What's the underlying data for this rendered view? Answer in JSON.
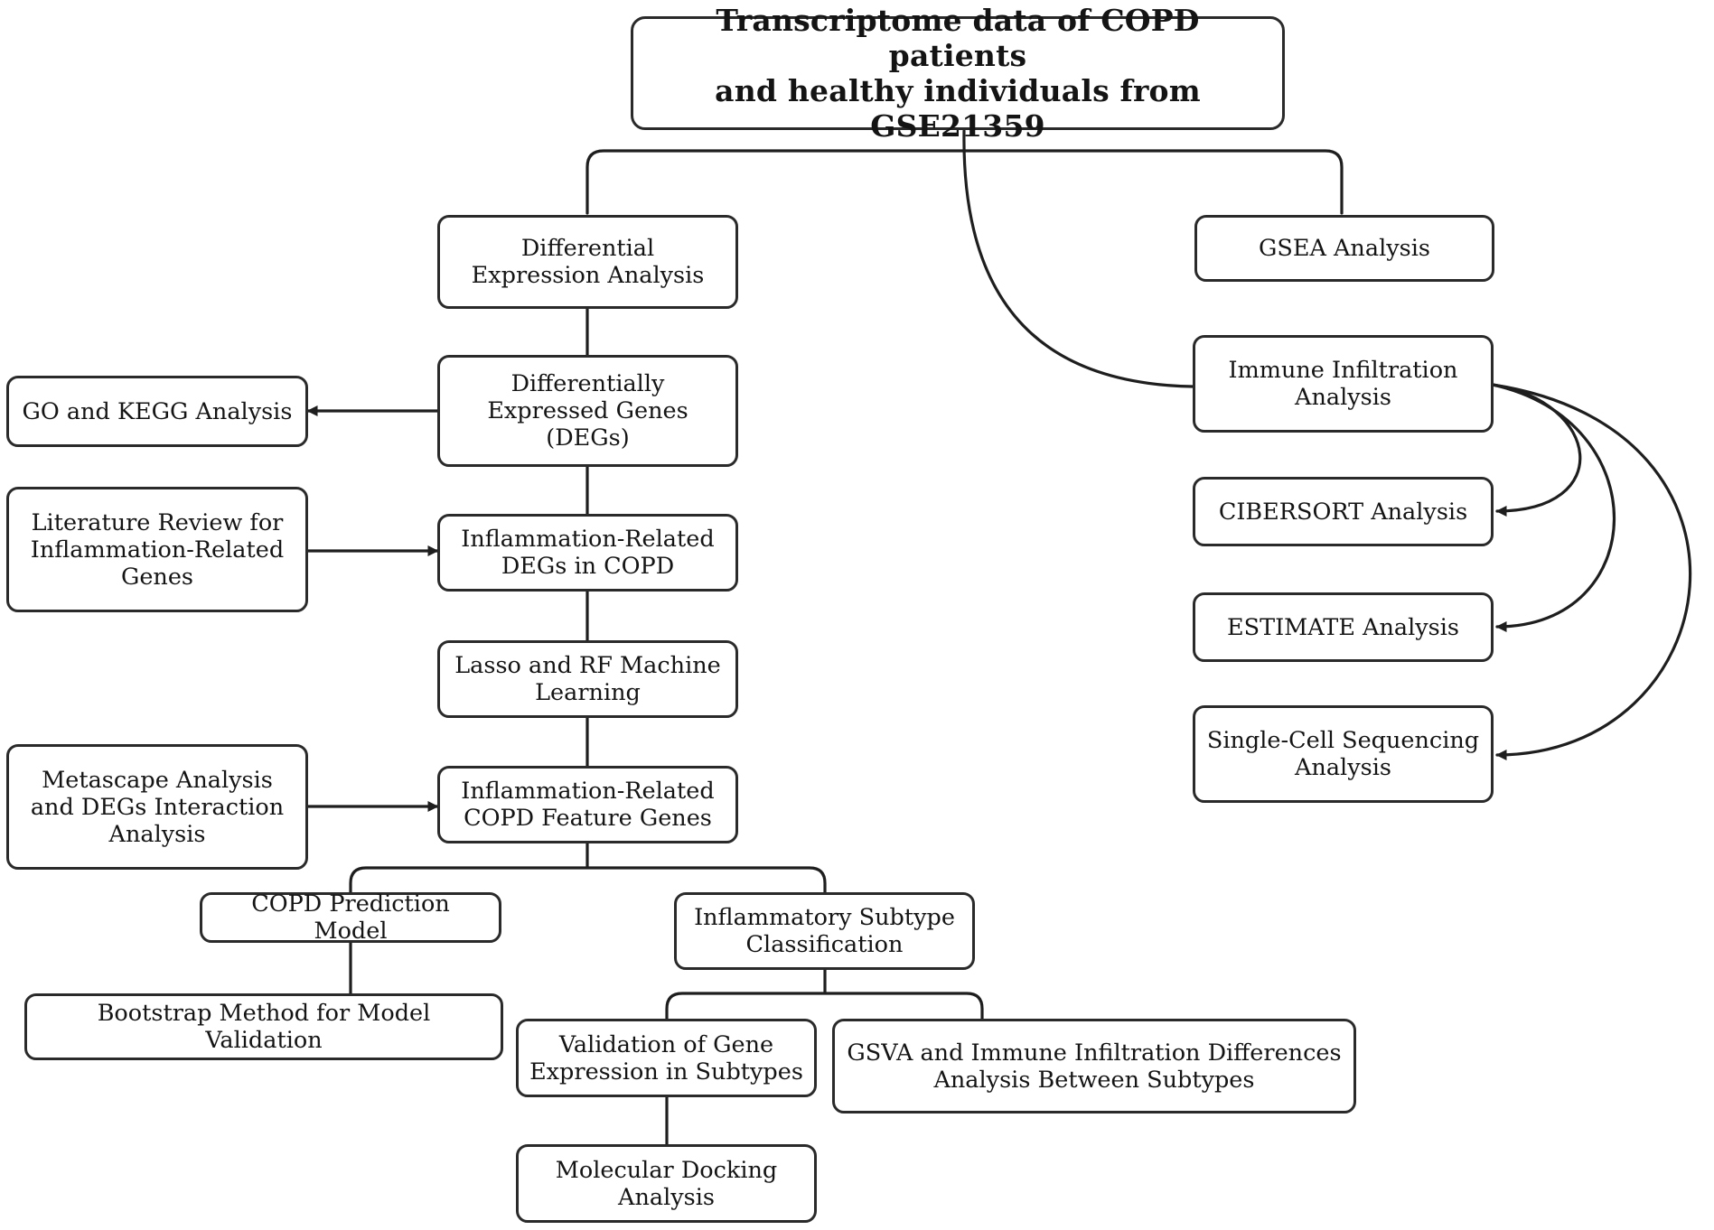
{
  "nodes": {
    "source": "Transcriptome data of COPD patients\nand healthy individuals from GSE21359",
    "differential_expression": "Differential\nExpression Analysis",
    "gsea": "GSEA Analysis",
    "degs": "Differentially\nExpressed Genes\n(DEGs)",
    "go_kegg": "GO and KEGG Analysis",
    "immune_infiltration": "Immune Infiltration\nAnalysis",
    "literature_review": "Literature Review for\nInflammation-Related\nGenes",
    "inflammation_degs": "Inflammation-Related\nDEGs in COPD",
    "cibersort": "CIBERSORT Analysis",
    "lasso_rf": "Lasso and RF Machine\nLearning",
    "estimate": "ESTIMATE Analysis",
    "single_cell": "Single-Cell Sequencing\nAnalysis",
    "metascape": "Metascape Analysis\nand DEGs Interaction\nAnalysis",
    "feature_genes": "Inflammation-Related\nCOPD Feature Genes",
    "prediction_model": "COPD Prediction Model",
    "subtype_classification": "Inflammatory Subtype\nClassification",
    "bootstrap": "Bootstrap Method for Model Validation",
    "validation_expression": "Validation of Gene\nExpression in Subtypes",
    "gsva_immune": "GSVA and Immune Infiltration Differences\nAnalysis Between Subtypes",
    "molecular_docking": "Molecular Docking\nAnalysis"
  },
  "colors": {
    "stroke": "#2a2a2a",
    "text": "#141414",
    "background": "#ffffff"
  }
}
